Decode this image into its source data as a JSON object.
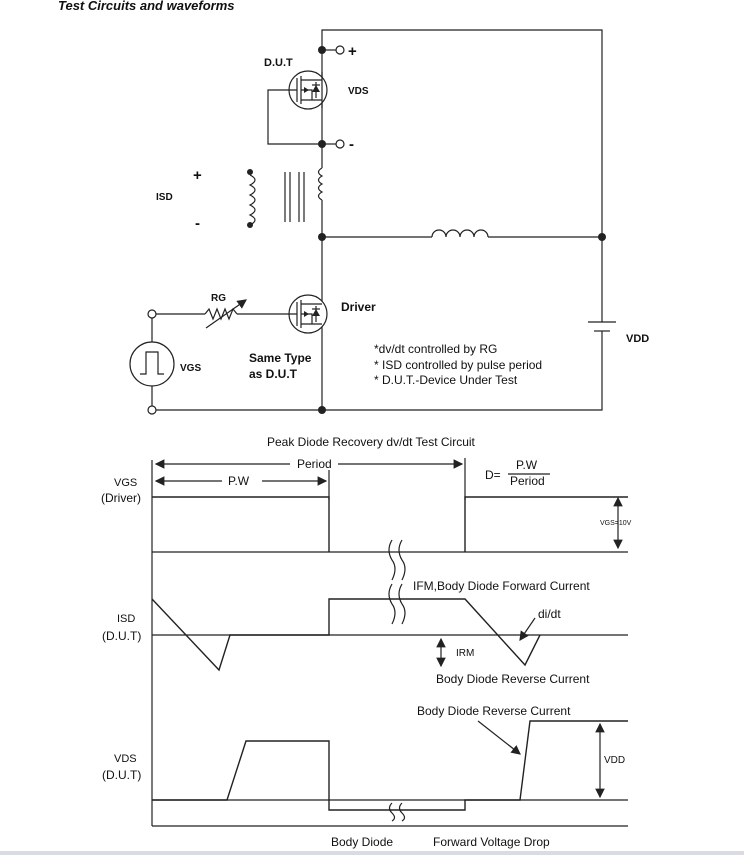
{
  "page_title": "Test Circuits and waveforms",
  "circuit": {
    "dut_label": "D.U.T",
    "vds_label": "VDS",
    "isd_label": "ISD",
    "rg_label": "RG",
    "driver_label": "Driver",
    "vgs_label": "VGS",
    "same_type_line1": "Same Type",
    "same_type_line2": "as D.U.T",
    "vdd_label": "VDD",
    "plus": "+",
    "minus": "-",
    "notes": [
      "*dv/dt controlled by RG",
      "* ISD controlled by pulse period",
      "* D.U.T.-Device Under Test"
    ],
    "caption": "Peak Diode Recovery dv/dt Test Circuit"
  },
  "waveforms": {
    "period_label": "Period",
    "pw_label": "P.W",
    "duty_prefix": "D=",
    "duty_num": "P.W",
    "duty_den": "Period",
    "vgs_label": "VGS",
    "vgs_sub": "(Driver)",
    "vgs_level": "VGS=10V",
    "isd_label": "ISD",
    "isd_sub": "(D.U.T)",
    "ifm_label": "IFM,Body Diode Forward Current",
    "didt_label": "di/dt",
    "irm_label": "IRM",
    "reverse_current_label": "Body Diode Reverse Current",
    "reverse_current_label2": "Body Diode Reverse Current",
    "vds_label": "VDS",
    "vds_sub": "(D.U.T)",
    "vdd_label": "VDD",
    "body_diode_label": "Body Diode",
    "fwd_drop_label": "Forward Voltage Drop"
  }
}
